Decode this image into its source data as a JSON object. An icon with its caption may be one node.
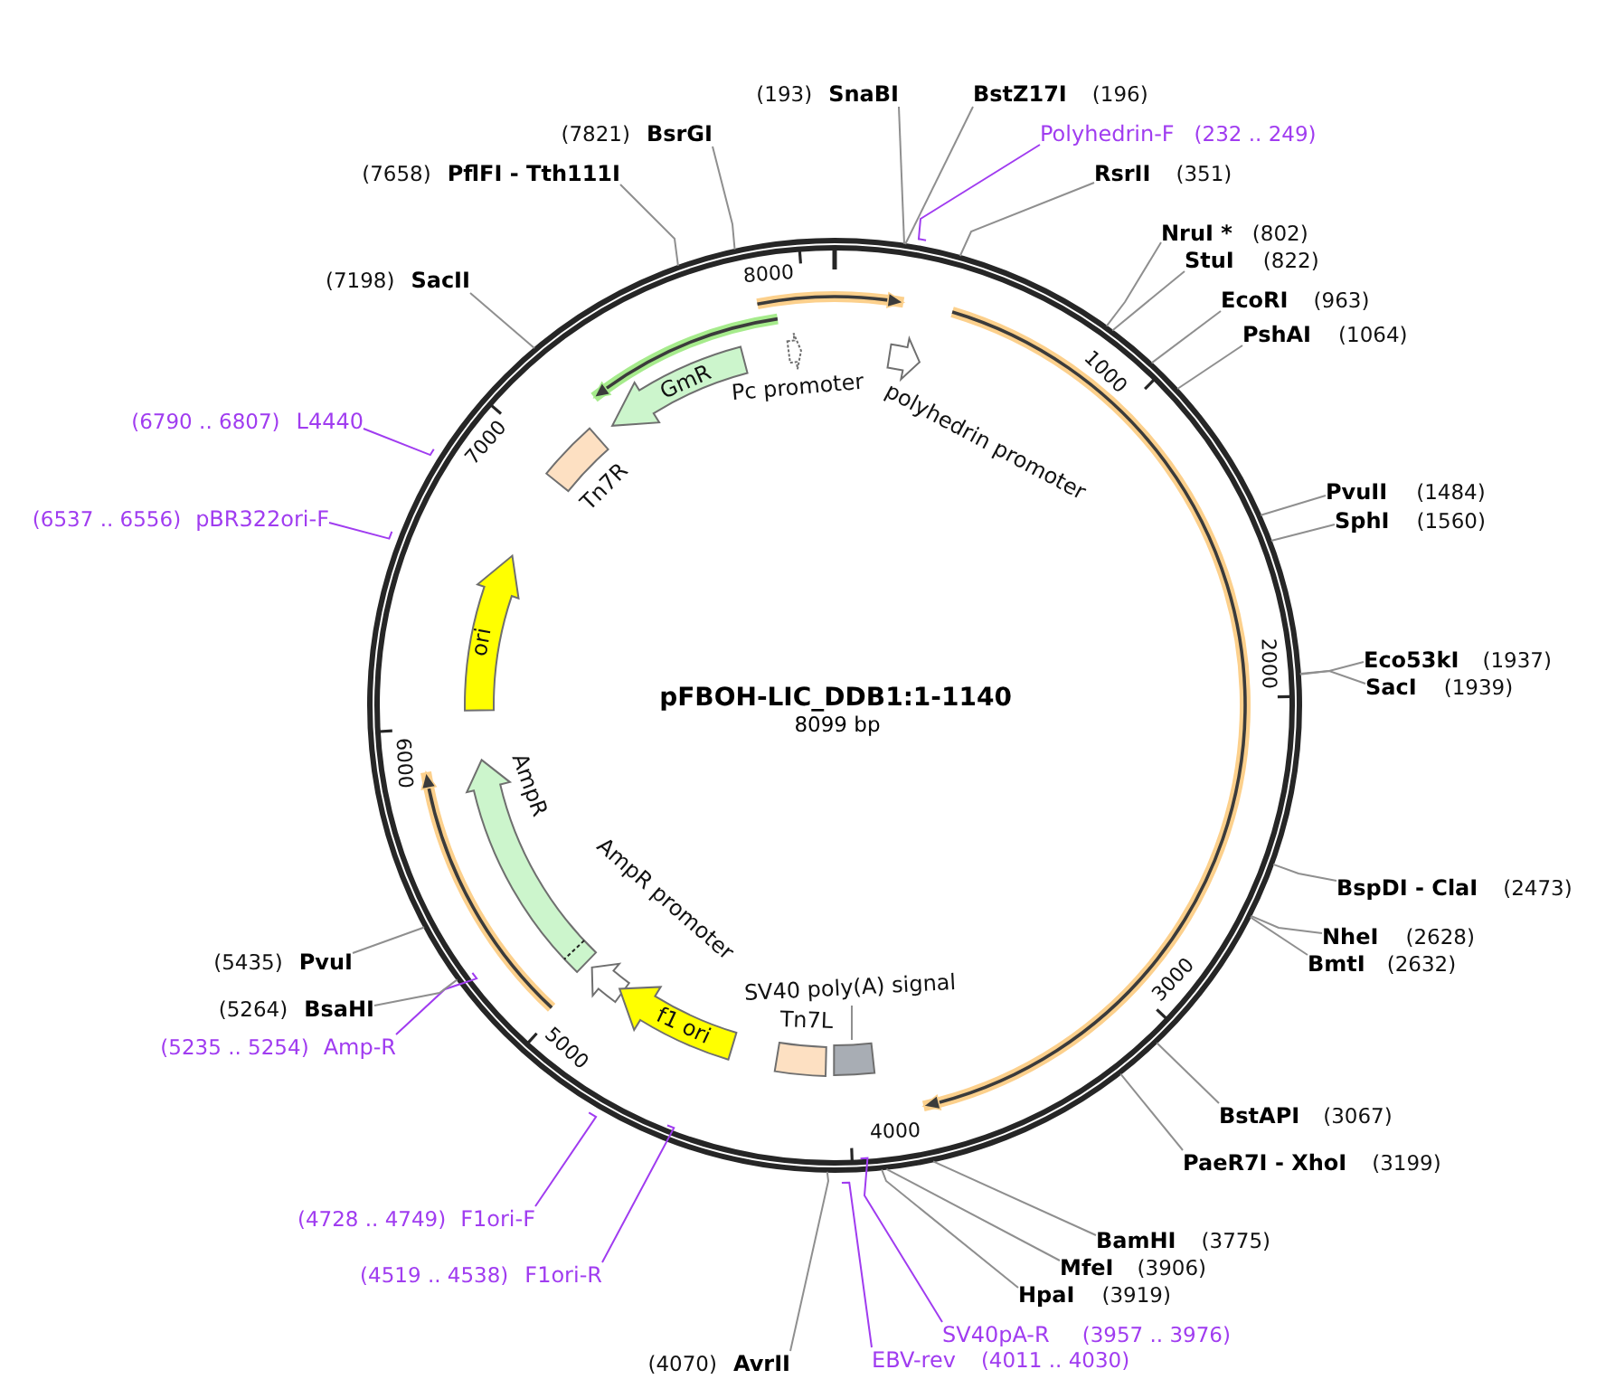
{
  "diagram": {
    "title": "pFBOH-LIC_DDB1:1-1140",
    "nodes": [
      {
        "text": [
          "GmR"
        ]
      },
      {
        "text": [
          "Pc promoter"
        ]
      },
      {
        "text": [
          "polyhedrin promoter"
        ]
      },
      {
        "text": [
          "Tn7R"
        ]
      },
      {
        "text": [
          "ori"
        ]
      },
      {
        "text": [
          "AmpR"
        ]
      },
      {
        "text": [
          "AmpR promoter"
        ]
      },
      {
        "text": [
          "f1 ori"
        ]
      },
      {
        "text": [
          "Tn7L"
        ]
      },
      {
        "text": [
          "SV40 poly(A) signal"
        ]
      },
      {
        "text": [],
        "shape": "box"
      },
      {
        "text": [
          "(193)",
          "SnaBI"
        ]
      },
      {
        "text": [
          "BstZ17I",
          "(196)"
        ]
      },
      {
        "text": [
          "Polyhedrin-F",
          "(232 .. 249)"
        ]
      },
      {
        "text": [
          "RsrII",
          "(351)"
        ]
      },
      {
        "text": [
          "NruI *",
          "(802)"
        ]
      },
      {
        "text": [
          "StuI",
          "(822)"
        ]
      },
      {
        "text": [
          "EcoRI",
          "(963)"
        ]
      },
      {
        "text": [
          "PshAI",
          "(1064)"
        ]
      },
      {
        "text": [
          "PvuII",
          "(1484)"
        ]
      },
      {
        "text": [
          "SphI",
          "(1560)"
        ]
      },
      {
        "text": [
          "Eco53kI",
          "(1937)"
        ]
      },
      {
        "text": [
          "SacI",
          "(1939)"
        ]
      },
      {
        "text": [
          "BspDI - ClaI",
          "(2473)"
        ]
      },
      {
        "text": [
          "NheI",
          "(2628)"
        ]
      },
      {
        "text": [
          "BmtI",
          "(2632)"
        ]
      },
      {
        "text": [
          "BstAPI",
          "(3067)"
        ]
      },
      {
        "text": [
          "PaeR7I - XhoI",
          "(3199)"
        ]
      },
      {
        "text": [
          "BamHI",
          "(3775)"
        ]
      },
      {
        "text": [
          "MfeI",
          "(3906)"
        ]
      },
      {
        "text": [
          "HpaI",
          "(3919)"
        ]
      },
      {
        "text": [
          "SV40pA-R",
          "(3957 .. 3976)"
        ]
      },
      {
        "text": [
          "EBV-rev",
          "(4011 .. 4030)"
        ]
      },
      {
        "text": [
          "(4070)",
          "AvrII"
        ]
      },
      {
        "text": [
          "(4519 .. 4538)",
          "F1ori-R"
        ]
      },
      {
        "text": [
          "(4728 .. 4749)",
          "F1ori-F"
        ]
      },
      {
        "text": [
          "(5235 .. 5254)",
          "Amp-R"
        ]
      },
      {
        "text": [
          "(5264)",
          "BsaHI"
        ]
      },
      {
        "text": [
          "(5435)",
          "PvuI"
        ]
      },
      {
        "text": [
          "(6537 .. 6556)",
          "pBR322ori-F"
        ]
      },
      {
        "text": [
          "(6790 .. 6807)",
          "L4440"
        ]
      },
      {
        "text": [
          "(7198)",
          "SacII"
        ]
      },
      {
        "text": [
          "(7658)",
          "PflFI - Tth111I"
        ]
      },
      {
        "text": [
          "(7821)",
          "BsrGI"
        ]
      }
    ],
    "edges": [
      {
        "from": 9,
        "to": 10,
        "arrow": "none"
      },
      {
        "from": 11,
        "to": null,
        "arrow": "none"
      },
      {
        "from": 12,
        "to": null,
        "arrow": "none"
      },
      {
        "from": 13,
        "to": null,
        "arrow": "none",
        "color": "#a03cf0"
      },
      {
        "from": 14,
        "to": null,
        "arrow": "none"
      },
      {
        "from": 15,
        "to": null,
        "arrow": "none"
      },
      {
        "from": 16,
        "to": null,
        "arrow": "none"
      },
      {
        "from": 17,
        "to": null,
        "arrow": "none"
      },
      {
        "from": 18,
        "to": null,
        "arrow": "none"
      },
      {
        "from": 19,
        "to": null,
        "arrow": "none"
      },
      {
        "from": 20,
        "to": null,
        "arrow": "none"
      },
      {
        "from": 21,
        "to": null,
        "arrow": "none"
      },
      {
        "from": 22,
        "to": null,
        "arrow": "none"
      },
      {
        "from": 23,
        "to": null,
        "arrow": "none"
      },
      {
        "from": 24,
        "to": null,
        "arrow": "none"
      },
      {
        "from": 25,
        "to": null,
        "arrow": "none"
      },
      {
        "from": 26,
        "to": null,
        "arrow": "none"
      },
      {
        "from": 27,
        "to": null,
        "arrow": "none"
      },
      {
        "from": 28,
        "to": null,
        "arrow": "none"
      },
      {
        "from": 29,
        "to": null,
        "arrow": "none"
      },
      {
        "from": 30,
        "to": null,
        "arrow": "none"
      },
      {
        "from": 31,
        "to": null,
        "arrow": "none",
        "color": "#a03cf0"
      },
      {
        "from": 32,
        "to": null,
        "arrow": "none",
        "color": "#a03cf0"
      },
      {
        "from": 33,
        "to": null,
        "arrow": "none"
      },
      {
        "from": 34,
        "to": null,
        "arrow": "none",
        "color": "#a03cf0"
      },
      {
        "from": 35,
        "to": null,
        "arrow": "none",
        "color": "#a03cf0"
      },
      {
        "from": 36,
        "to": null,
        "arrow": "none",
        "color": "#a03cf0"
      },
      {
        "from": 37,
        "to": null,
        "arrow": "none"
      },
      {
        "from": 38,
        "to": null,
        "arrow": "none"
      },
      {
        "from": 39,
        "to": null,
        "arrow": "none",
        "color": "#a03cf0"
      },
      {
        "from": 40,
        "to": null,
        "arrow": "none",
        "color": "#a03cf0"
      },
      {
        "from": 41,
        "to": null,
        "arrow": "none"
      },
      {
        "from": 42,
        "to": null,
        "arrow": "none"
      },
      {
        "from": 43,
        "to": null,
        "arrow": "none"
      }
    ],
    "labels": [
      "1000",
      "2000",
      "3000",
      "4000",
      "5000",
      "6000",
      "7000",
      "8000",
      "8099 bp"
    ]
  }
}
